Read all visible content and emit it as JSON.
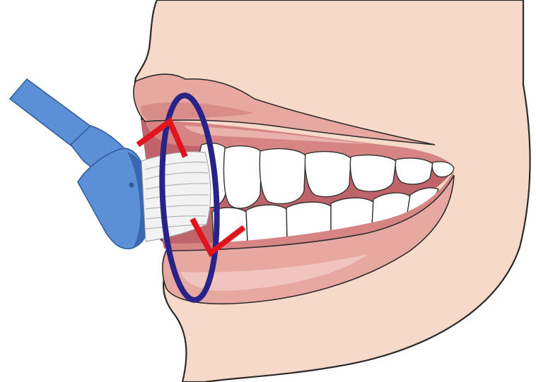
{
  "illustration": {
    "subject": "toothbrush-at-gumline",
    "elements": [
      "face-profile",
      "upper-lip",
      "lower-lip",
      "gums",
      "upper-teeth",
      "lower-teeth",
      "toothbrush-handle",
      "toothbrush-head",
      "toothbrush-bristles",
      "focus-ellipse",
      "angle-marker-upper",
      "angle-marker-lower"
    ],
    "colors": {
      "skin": "#f7d9c9",
      "skin_outline": "#2a2a2a",
      "lip": "#e8a8a2",
      "lip_shadow": "#d98d8a",
      "gum": "#d68584",
      "gum_dark": "#b5575e",
      "mouth_interior": "#c0646b",
      "tooth": "#ffffff",
      "tooth_outline": "#333333",
      "brush": "#5b8fd6",
      "brush_dark": "#3a68b0",
      "bristles": "#f2f2f2",
      "ellipse": "#2a2387",
      "marker": "#e0141e"
    }
  }
}
